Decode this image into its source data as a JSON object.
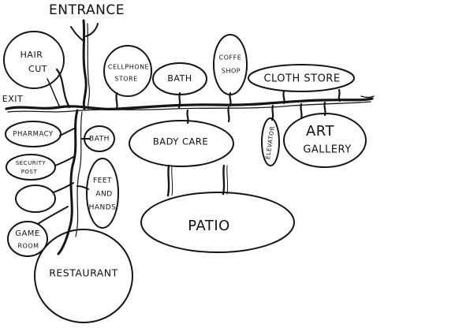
{
  "entrance": "ENTRANCE",
  "exit": "EXIT",
  "stores": {
    "hair_cut": [
      "HAIR",
      "CUT"
    ],
    "cellphone_store": [
      "CELLPHONE",
      "STORE"
    ],
    "bath_top": "BATH",
    "coffee_shop": [
      "COFFE",
      "SHOP"
    ],
    "cloth_store": "CLOTH STORE",
    "pharmacy": "PHARMACY",
    "bath_small": "BATH",
    "body_care": "BADY CARE",
    "elevator": "ELEVATOR",
    "art_gallery": [
      "ART",
      "GALLERY"
    ],
    "security_post": [
      "SECURITY",
      "POST"
    ],
    "feet_and_hands": [
      "FEET",
      "AND",
      "HANDS"
    ],
    "patio": "PATIO",
    "game_room": [
      "GAME",
      "ROOM"
    ],
    "restaurant": "RESTAURANT"
  }
}
